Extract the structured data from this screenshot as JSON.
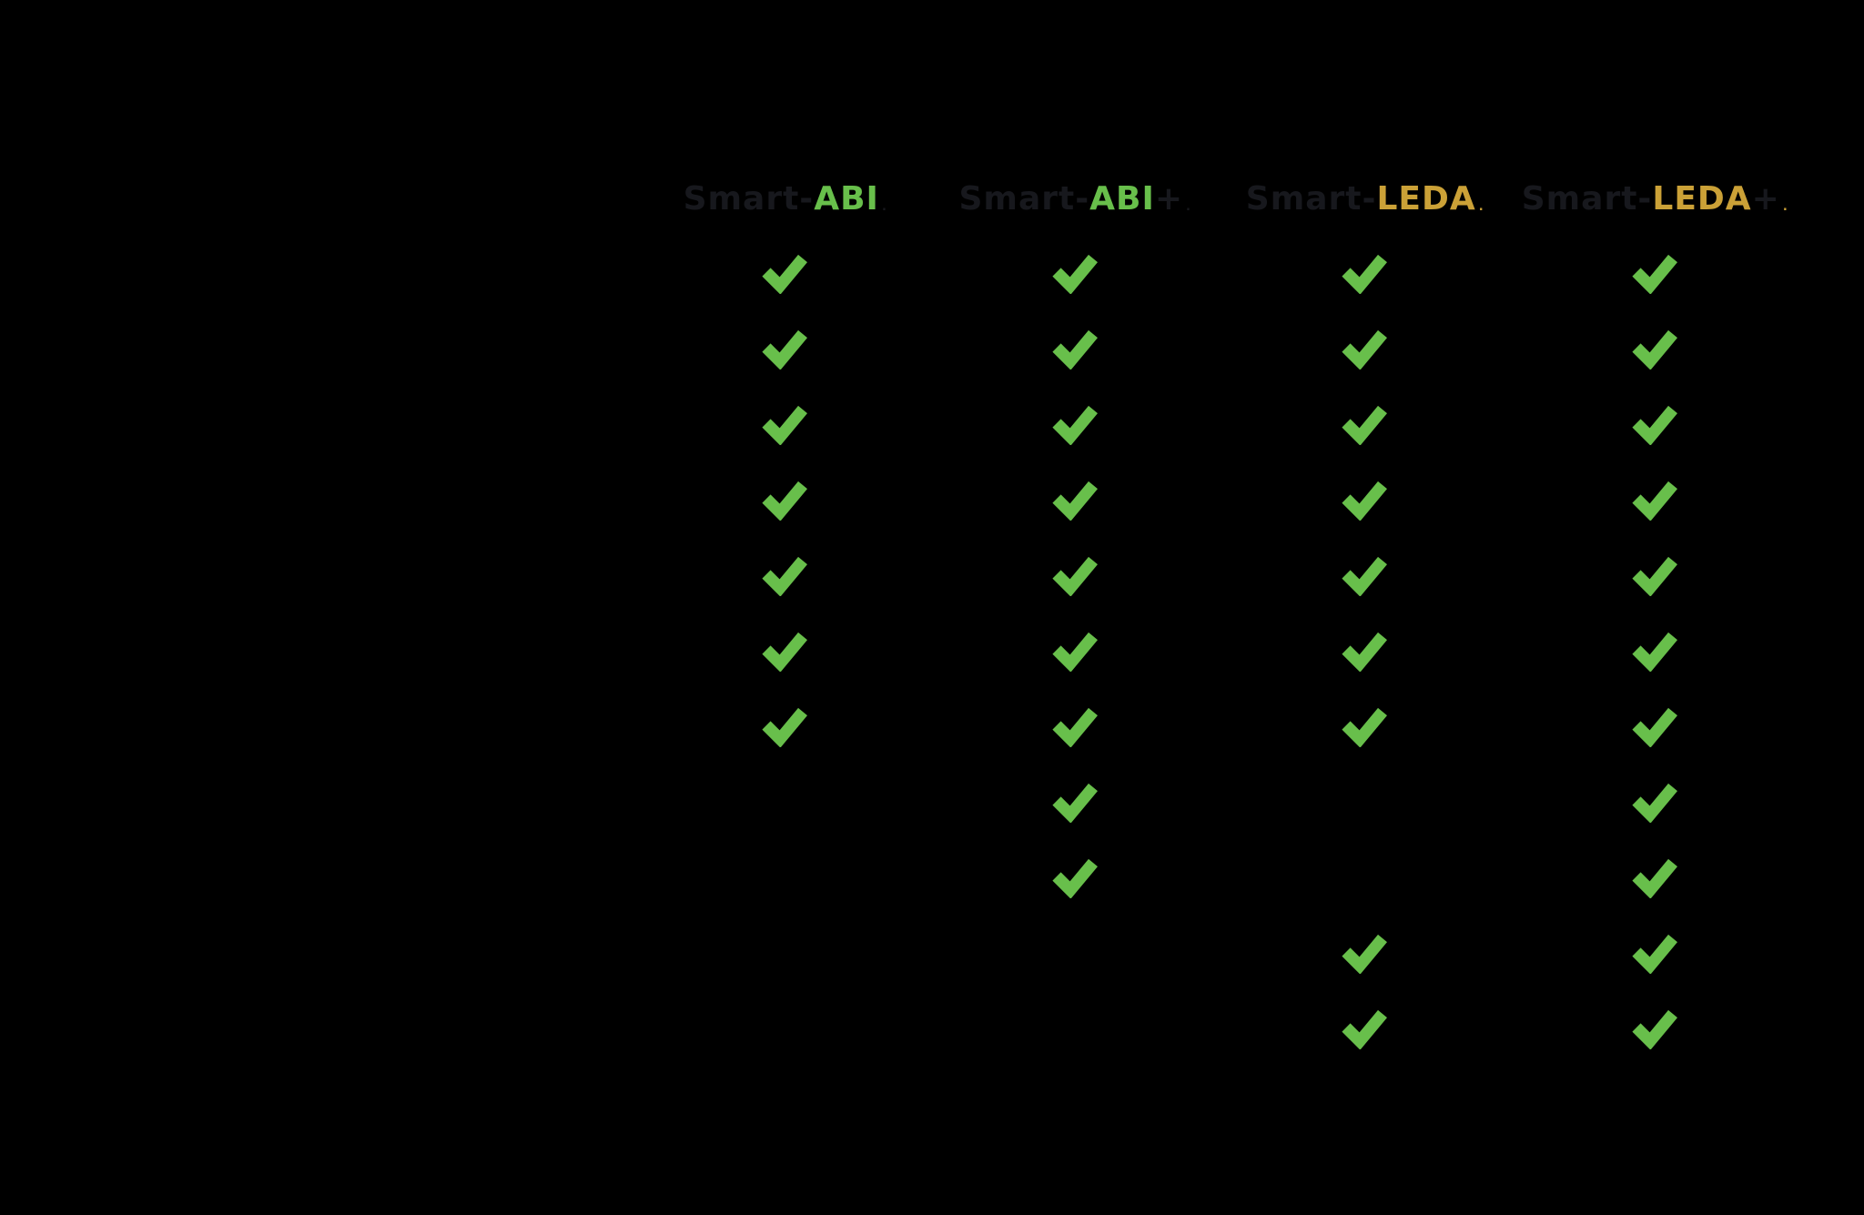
{
  "colors": {
    "background": "#000000",
    "dark_text": "#17181d",
    "green": "#68bf4b",
    "gold": "#cba137"
  },
  "columns": [
    {
      "label": "Smart-ABI",
      "prefix": "Smart",
      "hyphen": "-",
      "product": "ABI",
      "plus": "",
      "dot": ".",
      "product_color": "green",
      "dot_color": "dark",
      "checks": [
        1,
        1,
        1,
        1,
        1,
        1,
        1,
        0,
        0,
        0,
        0
      ]
    },
    {
      "label": "Smart-ABI+",
      "prefix": "Smart",
      "hyphen": "-",
      "product": "ABI",
      "plus": "+",
      "dot": ".",
      "product_color": "green",
      "dot_color": "dark",
      "checks": [
        1,
        1,
        1,
        1,
        1,
        1,
        1,
        1,
        1,
        0,
        0
      ]
    },
    {
      "label": "Smart-LEDA",
      "prefix": "Smart",
      "hyphen": "-",
      "product": "LEDA",
      "plus": "",
      "dot": ".",
      "product_color": "gold",
      "dot_color": "gold",
      "checks": [
        1,
        1,
        1,
        1,
        1,
        1,
        1,
        0,
        0,
        1,
        1
      ]
    },
    {
      "label": "Smart-LEDA+",
      "prefix": "Smart",
      "hyphen": "-",
      "product": "LEDA",
      "plus": "+",
      "dot": ".",
      "product_color": "gold",
      "dot_color": "gold",
      "checks": [
        1,
        1,
        1,
        1,
        1,
        1,
        1,
        1,
        1,
        1,
        1
      ]
    }
  ],
  "icons": {
    "check": "check-icon"
  },
  "chart_data": {
    "type": "table",
    "title": "",
    "description": "Product feature comparison matrix with 11 feature rows; row labels are not visible (rendered black on black background). Checkmark = feature included.",
    "columns": [
      "Smart-ABI",
      "Smart-ABI+",
      "Smart-LEDA",
      "Smart-LEDA+"
    ],
    "rows_count": 11,
    "series": [
      {
        "name": "Smart-ABI",
        "values": [
          1,
          1,
          1,
          1,
          1,
          1,
          1,
          0,
          0,
          0,
          0
        ]
      },
      {
        "name": "Smart-ABI+",
        "values": [
          1,
          1,
          1,
          1,
          1,
          1,
          1,
          1,
          1,
          0,
          0
        ]
      },
      {
        "name": "Smart-LEDA",
        "values": [
          1,
          1,
          1,
          1,
          1,
          1,
          1,
          0,
          0,
          1,
          1
        ]
      },
      {
        "name": "Smart-LEDA+",
        "values": [
          1,
          1,
          1,
          1,
          1,
          1,
          1,
          1,
          1,
          1,
          1
        ]
      }
    ],
    "legend_position": "none",
    "grid": false
  }
}
